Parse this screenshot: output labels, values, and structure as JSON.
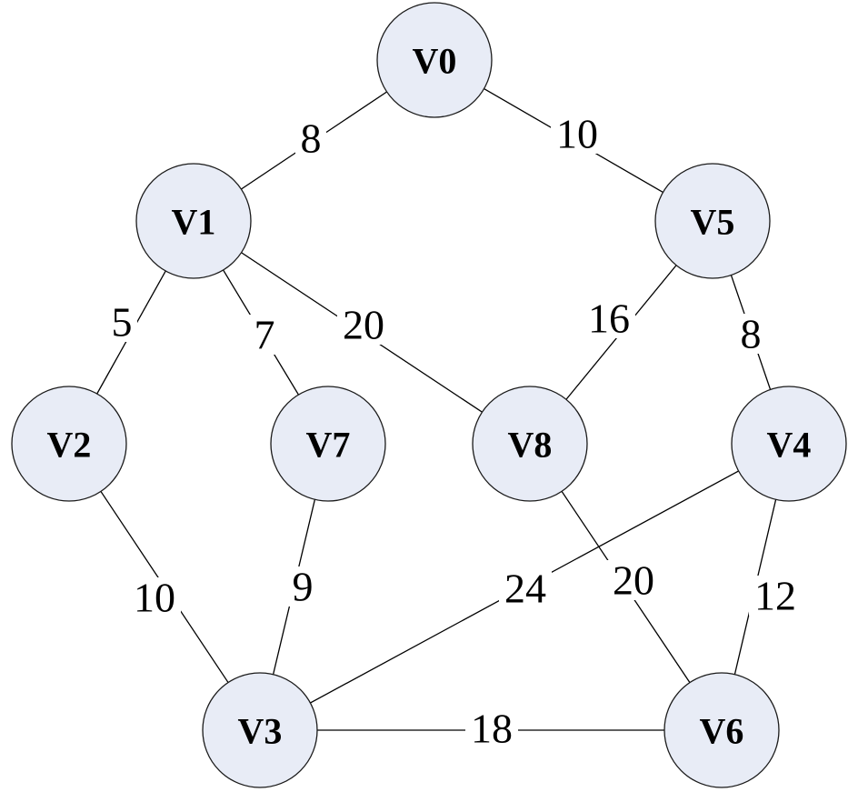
{
  "colors": {
    "node_fill": "#e8ecf6",
    "node_stroke": "#1a1a1a",
    "edge": "#000000",
    "text": "#000000"
  },
  "nodes": [
    {
      "id": "V0",
      "label": "V0"
    },
    {
      "id": "V1",
      "label": "V1"
    },
    {
      "id": "V5",
      "label": "V5"
    },
    {
      "id": "V2",
      "label": "V2"
    },
    {
      "id": "V7",
      "label": "V7"
    },
    {
      "id": "V8",
      "label": "V8"
    },
    {
      "id": "V4",
      "label": "V4"
    },
    {
      "id": "V3",
      "label": "V3"
    },
    {
      "id": "V6",
      "label": "V6"
    }
  ],
  "edges": [
    {
      "from": "V0",
      "to": "V1",
      "weight": "8"
    },
    {
      "from": "V0",
      "to": "V5",
      "weight": "10"
    },
    {
      "from": "V1",
      "to": "V2",
      "weight": "5"
    },
    {
      "from": "V1",
      "to": "V7",
      "weight": "7"
    },
    {
      "from": "V1",
      "to": "V8",
      "weight": "20"
    },
    {
      "from": "V5",
      "to": "V8",
      "weight": "16"
    },
    {
      "from": "V5",
      "to": "V4",
      "weight": "8"
    },
    {
      "from": "V2",
      "to": "V3",
      "weight": "10"
    },
    {
      "from": "V7",
      "to": "V3",
      "weight": "9"
    },
    {
      "from": "V4",
      "to": "V3",
      "weight": "24"
    },
    {
      "from": "V8",
      "to": "V6",
      "weight": "20"
    },
    {
      "from": "V4",
      "to": "V6",
      "weight": "12"
    },
    {
      "from": "V3",
      "to": "V6",
      "weight": "18"
    }
  ]
}
